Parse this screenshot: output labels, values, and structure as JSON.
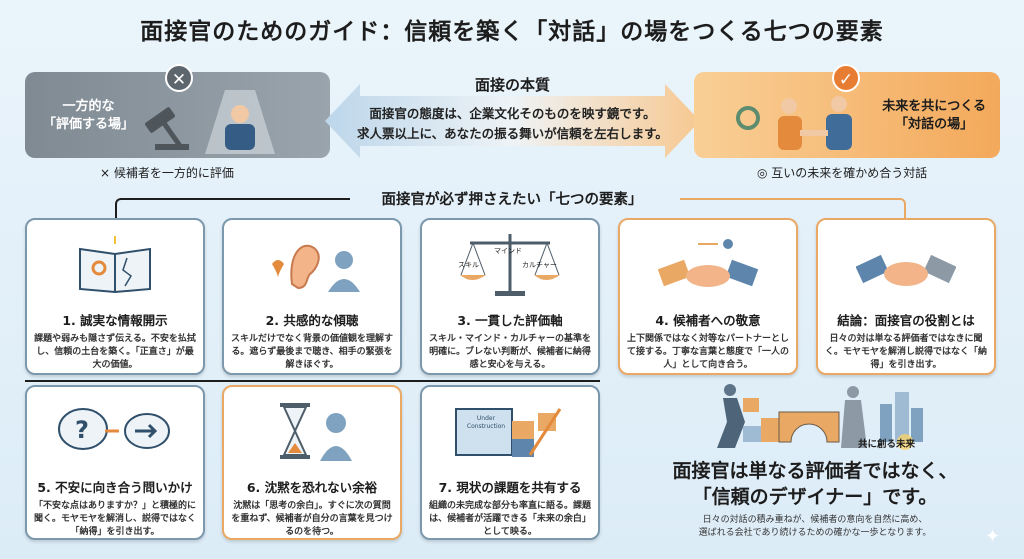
{
  "title": "面接官のためのガイド：信頼を築く「対話」の場をつくる七つの要素",
  "top": {
    "left": {
      "label_line1": "一方的な",
      "label_line2": "「評価する場」",
      "caption": "× 候補者を一方的に評価",
      "badge": "✕"
    },
    "center": {
      "title": "面接の本質",
      "line1": "面接官の態度は、企業文化そのものを映す鏡です。",
      "line2": "求人票以上に、あなたの振る舞いが信頼を左右します。"
    },
    "right": {
      "label_line1": "未来を共につくる",
      "label_line2": "「対話の場」",
      "caption": "◎ 互いの未来を確かめ合う対話",
      "badge": "✓"
    }
  },
  "section_title": "面接官が必ず押さえたい「七つの要素」",
  "cards": [
    {
      "title": "1. 誠実な情報開示",
      "text": "課題や弱みも隠さず伝える。不安を払拭し、信頼の土台を築く。「正直さ」が最大の価値。"
    },
    {
      "title": "2. 共感的な傾聴",
      "text": "スキルだけでなく背景の価値観を理解する。遮らず最後まで聴き、相手の緊張を解きほぐす。"
    },
    {
      "title": "3. 一貫した評価軸",
      "text": "スキル・マインド・カルチャーの基準を明確に。ブレない判断が、候補者に納得感と安心を与える。",
      "icon_labels": [
        "マインド",
        "スキル",
        "カルチャー"
      ]
    },
    {
      "title": "4. 候補者への敬意",
      "text": "上下関係ではなく対等なパートナーとして接する。丁寧な言葉と態度で「一人の人」として向き合う。"
    },
    {
      "title": "結論：面接官の役割とは",
      "text": "日々の対は単なる評価者ではなきに聞く。モヤモヤを解消し説得ではなく「納得」を引き出す。"
    },
    {
      "title": "5. 不安に向き合う問いかけ",
      "text": "「不安な点はありますか？」と積極的に聞く。モヤモヤを解消し、説得ではなく「納得」を引き出す。"
    },
    {
      "title": "6. 沈黙を恐れない余裕",
      "text": "沈黙は「思考の余白」。すぐに次の質問を重ねず、候補者が自分の言葉を見つけるのを待つ。"
    },
    {
      "title": "7. 現状の課題を共有する",
      "text": "組織の未完成な部分も率直に語る。課題は、候補者が活躍できる「未来の余白」として映る。",
      "icon_label": "Under Construction"
    }
  ],
  "conclusion": {
    "future_label": "共に創る未来",
    "headline1": "面接官は単なる評価者ではなく、",
    "headline2": "「信頼のデザイナー」です。",
    "text1": "日々の対話の積み重ねが、候補者の意向を自然に高め、",
    "text2": "選ばれる会社であり続けるための確かな一歩となります。"
  },
  "colors": {
    "accent_orange": "#f0a055",
    "slate": "#7b98ad",
    "gray": "#8a949c"
  }
}
